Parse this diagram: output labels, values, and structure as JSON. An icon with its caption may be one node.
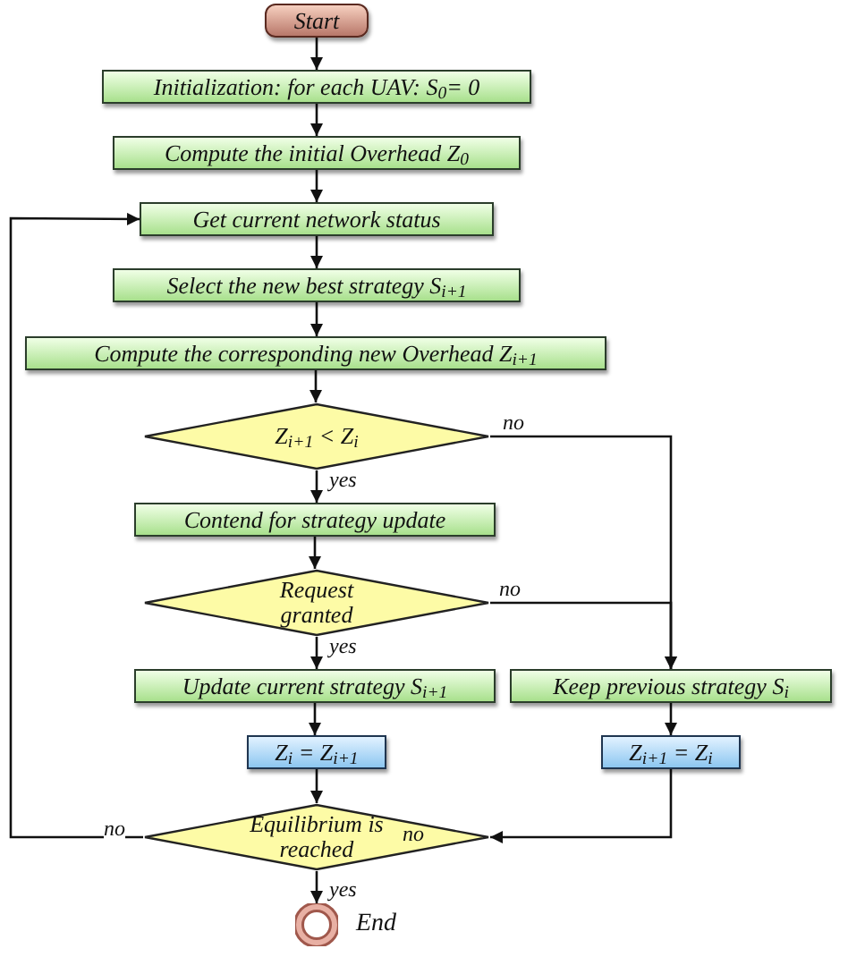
{
  "diagram": {
    "nodes": [
      {
        "text": [
          "Start"
        ]
      },
      {
        "text": [
          "Initialization: for each UAV: S$_{0}$= 0"
        ]
      },
      {
        "text": [
          "Compute the initial Overhead Z$_{0}$"
        ]
      },
      {
        "text": [
          "Get current network status"
        ]
      },
      {
        "text": [
          "Select the new best strategy S$_{i+1}$"
        ]
      },
      {
        "text": [
          "Compute the corresponding new Overhead Z$_{i+1}$"
        ]
      },
      {
        "text": [
          "Z$_{i+1}$ < Z$_{i}$"
        ]
      },
      {
        "text": [
          "Contend for strategy update"
        ]
      },
      {
        "text": [
          "Request granted"
        ]
      },
      {
        "text": [
          "Update current strategy S$_{i+1}$"
        ]
      },
      {
        "text": [
          "Keep previous strategy S$_{i}$"
        ]
      },
      {
        "text": [
          "Z$_{i}$ = Z$_{i+1}$"
        ]
      },
      {
        "text": [
          "Z$_{i+1}$ = Z$_{i}$"
        ]
      },
      {
        "text": [
          "Equilibrium is reached"
        ]
      },
      {
        "text": [],
        "shape": "circle",
        "beside": [
          "End"
        ]
      }
    ],
    "edges": [
      {
        "from": 0,
        "to": 1,
        "arrow": "to"
      },
      {
        "from": 1,
        "to": 2,
        "arrow": "to"
      },
      {
        "from": 2,
        "to": 3,
        "arrow": "to"
      },
      {
        "from": 3,
        "to": 4,
        "arrow": "to"
      },
      {
        "from": 4,
        "to": 5,
        "arrow": "to"
      },
      {
        "from": 5,
        "to": 6,
        "arrow": "to"
      },
      {
        "from": 6,
        "to": 7,
        "arrow": "to",
        "label": "yes"
      },
      {
        "from": 6,
        "to": 10,
        "arrow": "to",
        "label": "no"
      },
      {
        "from": 7,
        "to": 8,
        "arrow": "to"
      },
      {
        "from": 8,
        "to": 9,
        "arrow": "to",
        "label": "yes"
      },
      {
        "from": 8,
        "to": 10,
        "arrow": "to",
        "label": "no"
      },
      {
        "from": 9,
        "to": 11,
        "arrow": "to"
      },
      {
        "from": 10,
        "to": 12,
        "arrow": "to"
      },
      {
        "from": 11,
        "to": 13,
        "arrow": "to"
      },
      {
        "from": 12,
        "to": 13,
        "arrow": "to"
      },
      {
        "from": 13,
        "to": 3,
        "arrow": "to",
        "label": "no"
      },
      {
        "from": 13,
        "to": 14,
        "arrow": "to",
        "label": "yes"
      }
    ],
    "labels": [
      "no"
    ]
  }
}
